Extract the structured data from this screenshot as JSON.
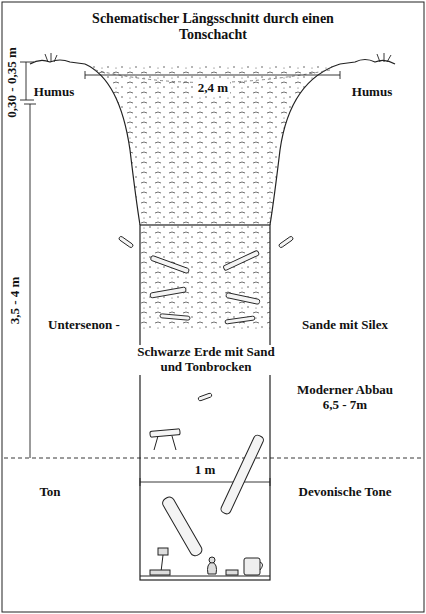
{
  "diagram": {
    "title": "Schematischer Längsschnitt durch einen Tonschacht",
    "labels": [
      "0,30 - 0,35 m",
      "2,4 m",
      "Humus",
      "Humus",
      "Untersenon -",
      "Sande mit Silex",
      "Schwarze Erde mit Sand und Tonbrocken",
      "3,5 - 4 m",
      "1 m",
      "Moderner Abbau 6,5 - 7m",
      "Ton",
      "Devonische Tone"
    ]
  }
}
